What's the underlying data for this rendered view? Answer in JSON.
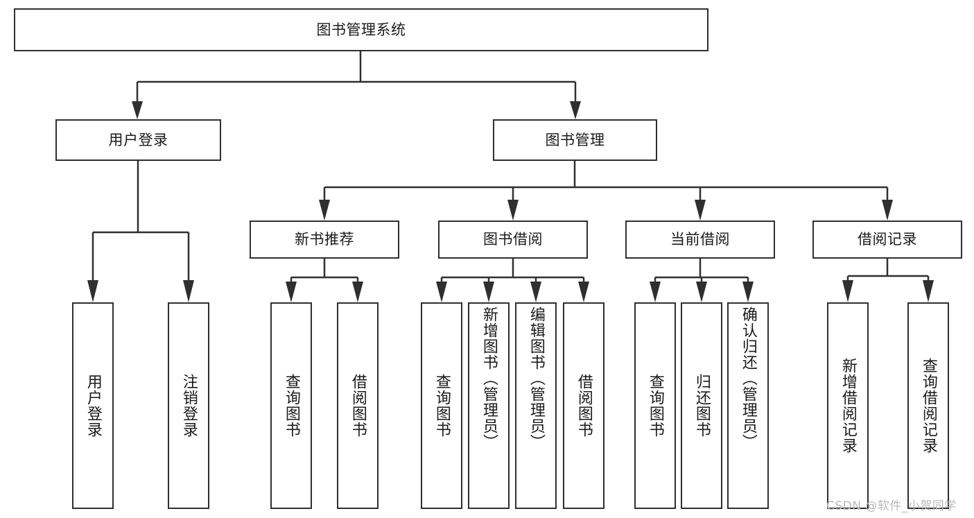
{
  "diagram": {
    "title": "图书管理系统",
    "type": "hierarchy-tree",
    "root": {
      "label": "图书管理系统"
    },
    "level2": [
      {
        "label": "用户登录"
      },
      {
        "label": "图书管理"
      }
    ],
    "level3": [
      {
        "label": "新书推荐"
      },
      {
        "label": "图书借阅"
      },
      {
        "label": "当前借阅"
      },
      {
        "label": "借阅记录"
      }
    ],
    "leaves": {
      "user_login": [
        {
          "label": "用户登录"
        },
        {
          "label": "注销登录"
        }
      ],
      "new_book_recommend": [
        {
          "label": "查询图书"
        },
        {
          "label": "借阅图书"
        }
      ],
      "book_borrow": [
        {
          "label": "查询图书"
        },
        {
          "label": "新增图书（管理员）"
        },
        {
          "label": "编辑图书（管理员）"
        },
        {
          "label": "借阅图书"
        }
      ],
      "current_borrow": [
        {
          "label": "查询图书"
        },
        {
          "label": "归还图书"
        },
        {
          "label": "确认归还（管理员）"
        }
      ],
      "borrow_record": [
        {
          "label": "新增借阅记录"
        },
        {
          "label": "查询借阅记录"
        }
      ]
    }
  },
  "watermark": {
    "text": "CSDN @软件_小贺同学"
  },
  "colors": {
    "border": "#2f2f2f",
    "text": "#1a1a1a",
    "background": "#ffffff",
    "watermark": "#b9b9b9"
  }
}
